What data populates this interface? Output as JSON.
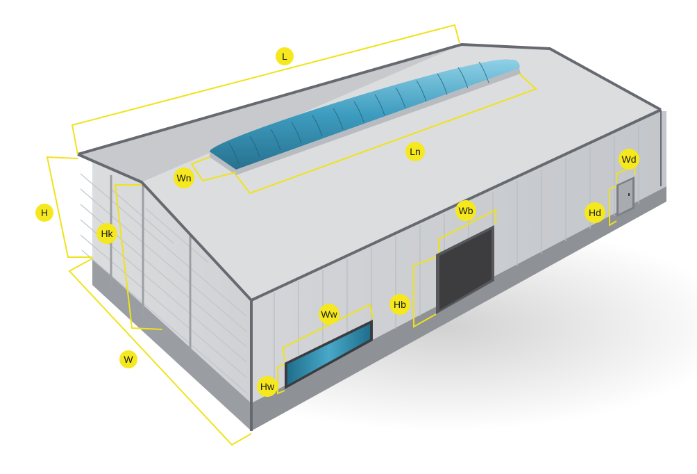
{
  "diagram": {
    "labels": {
      "L": "L",
      "Ln": "Ln",
      "Wn": "Wn",
      "H": "H",
      "Hk": "Hk",
      "W": "W",
      "Ww": "Ww",
      "Hw": "Hw",
      "Wb": "Wb",
      "Hb": "Hb",
      "Wd": "Wd",
      "Hd": "Hd"
    },
    "colors": {
      "roof": "#d9dadc",
      "wall": "#c9ccd0",
      "base": "#8e9196",
      "outline": "#666a70",
      "skylight": "#3d9cbf",
      "door": "#3d3d3f",
      "window": "#2f8fb0",
      "dimension": "#f5e81f"
    }
  }
}
